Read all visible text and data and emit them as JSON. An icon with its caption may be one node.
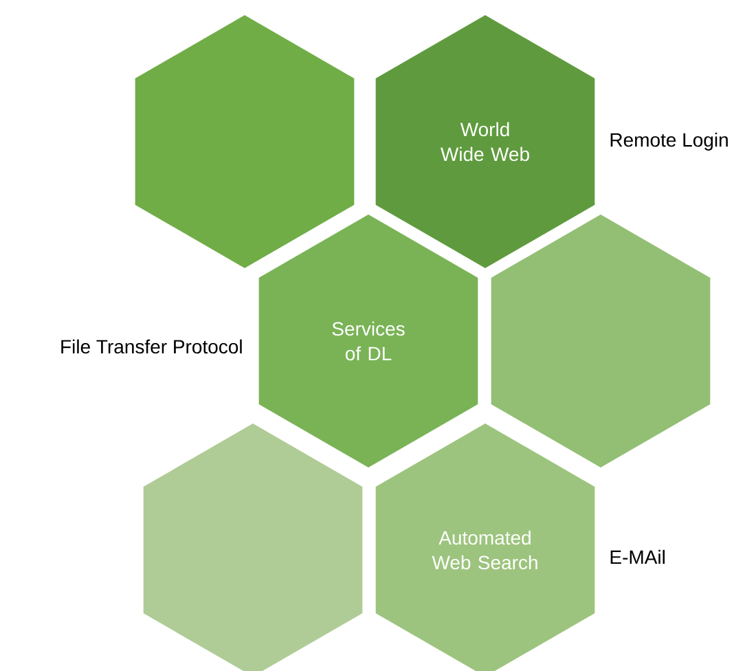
{
  "diagram": {
    "nodes": [
      {
        "text": [],
        "shape": "hexagon"
      },
      {
        "text": [
          "World Wide Web"
        ]
      },
      {
        "text": [
          "Services of DL"
        ]
      },
      {
        "text": [],
        "shape": "hexagon"
      },
      {
        "text": [],
        "shape": "hexagon"
      },
      {
        "text": [
          "Automated Web Search"
        ]
      }
    ],
    "labels": [
      "Remote Login",
      "File Transfer Protocol",
      "E-MAil"
    ]
  }
}
